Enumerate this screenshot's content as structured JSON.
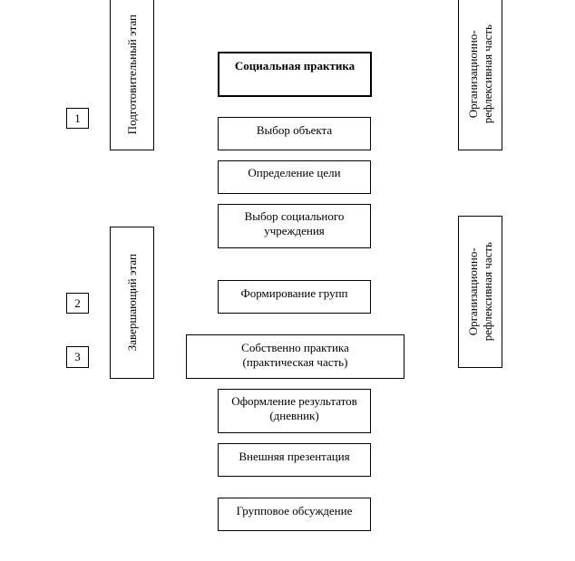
{
  "left_numbers": [
    "1",
    "2",
    "3"
  ],
  "left_stages": {
    "preparatory": "Подготовительный этап",
    "final": "Завершающий этап"
  },
  "right_parts": {
    "top": [
      "Организационно-",
      "рефлексивная часть"
    ],
    "bottom": [
      "Организационно-",
      "рефлексивная часть"
    ]
  },
  "center": {
    "title": "Социальная практика",
    "steps": [
      [
        "Выбор объекта"
      ],
      [
        "Определение цели"
      ],
      [
        "Выбор социального",
        "учреждения"
      ],
      [
        "Формирование групп"
      ],
      [
        "Собственно практика",
        "(практическая часть)"
      ],
      [
        "Оформление результатов",
        "(дневник)"
      ],
      [
        "Внешняя презентация"
      ],
      [
        "Групповое обсуждение"
      ]
    ]
  }
}
